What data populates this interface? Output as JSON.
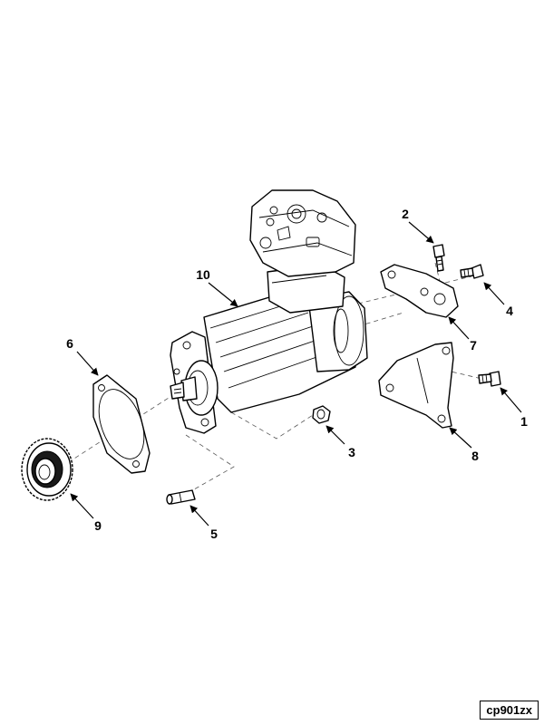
{
  "callouts": {
    "c1": "1",
    "c2": "2",
    "c3": "3",
    "c4": "4",
    "c5": "5",
    "c6": "6",
    "c7": "7",
    "c8": "8",
    "c9": "9",
    "c10": "10"
  },
  "reference_code": "cp901zx"
}
